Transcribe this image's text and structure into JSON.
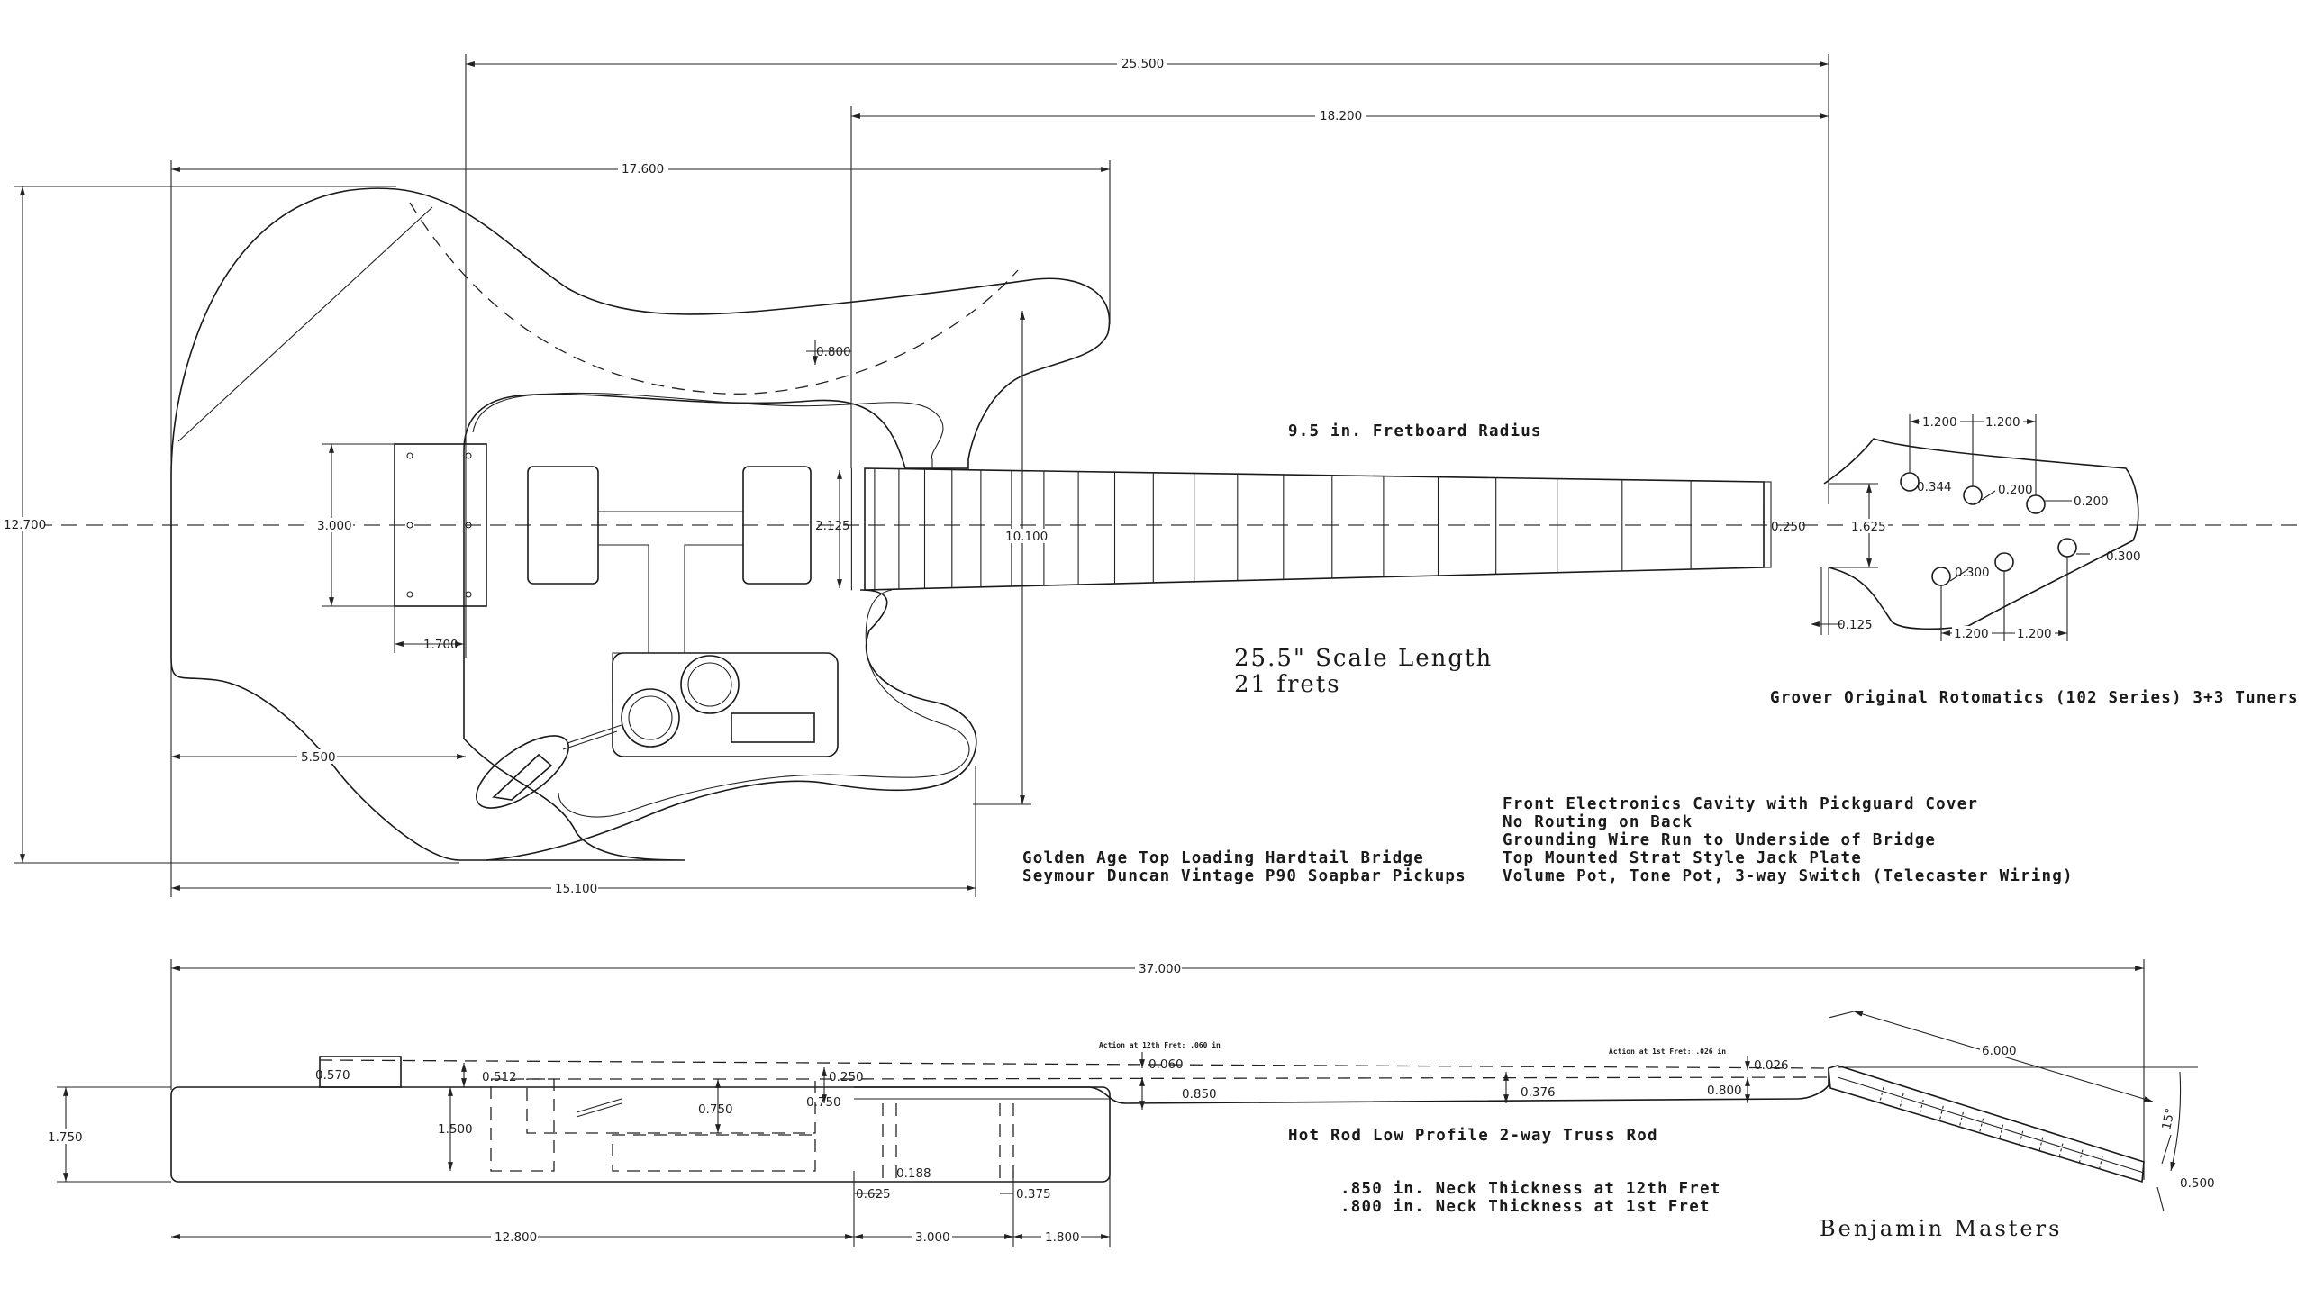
{
  "dimensions": {
    "overall_scale_span": "25.500",
    "bridge_to_nut": "18.200",
    "body_length_top": "17.600",
    "body_height": "12.700",
    "bridge_plate_width": "3.000",
    "bridge_plate_offset": "1.700",
    "bridge_from_body_end": "5.500",
    "body_length_bottom": "15.100",
    "horn_offset": "0.800",
    "neck_width_heel": "2.125",
    "horn_span": "10.100",
    "neck_width_nut": "1.625",
    "nut_thickness": "0.250",
    "nut_offset": "0.125",
    "tuner_spacing": [
      "1.200",
      "1.200",
      "1.200",
      "1.200"
    ],
    "tuner_holes": [
      "0.344",
      "0.200",
      "0.200",
      "0.300",
      "0.300"
    ],
    "overall_length": "37.000",
    "bridge_height": "0.570",
    "saddle_height": "0.512",
    "body_thickness": "1.750",
    "cavity_depth": "1.500",
    "pickup_depth": "0.750",
    "neck_pocket_depth": "0.750",
    "fingerboard_thickness": "0.250",
    "action_12th": "0.060",
    "neck_thickness_12th": "0.850",
    "neck_mid": "0.376",
    "neck_thickness_1st": "0.800",
    "action_1st": "0.026",
    "headstock_length": "6.000",
    "headstock_angle": "15°",
    "headstock_thickness": "0.500",
    "bridge_to_heel": "12.800",
    "heel_length": "3.000",
    "heel_extension": "1.800",
    "heel_step_a": "0.625",
    "heel_step_b": "0.188",
    "heel_step_c": "0.375"
  },
  "labels": {
    "fretboard_radius": "9.5 in. Fretboard Radius",
    "scale_length": "25.5\" Scale Length",
    "frets": "21 frets",
    "tuners": "Grover Original Rotomatics (102 Series) 3+3 Tuners",
    "bridge": "Golden Age Top Loading Hardtail Bridge",
    "pickups": "Seymour Duncan Vintage P90 Soapbar Pickups",
    "electronics": [
      "Front Electronics Cavity with Pickguard Cover",
      "No Routing on Back",
      "Grounding Wire Run to Underside of Bridge",
      "Top Mounted Strat Style Jack Plate",
      "Volume Pot, Tone Pot, 3-way Switch (Telecaster Wiring)"
    ],
    "action_12th_note": "Action at 12th Fret: .060 in",
    "action_1st_note": "Action at 1st Fret: .026 in",
    "truss_rod": "Hot Rod Low Profile 2-way Truss Rod",
    "neck_12th_note": ".850 in. Neck Thickness at 12th Fret",
    "neck_1st_note": ".800 in. Neck Thickness at 1st Fret",
    "author": "Benjamin Masters"
  },
  "fret_count": 21
}
